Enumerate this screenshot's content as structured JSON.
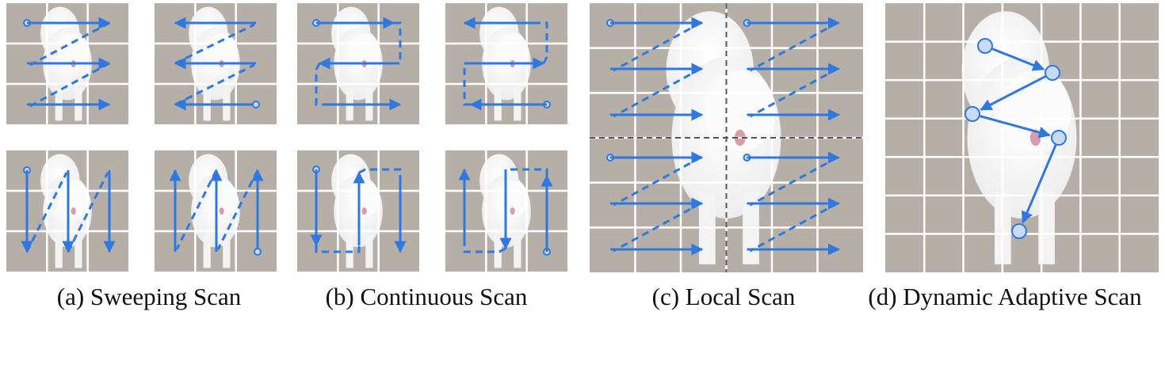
{
  "captions": {
    "a": "(a) Sweeping Scan",
    "b": "(b) Continuous Scan",
    "c": "(c) Local Scan",
    "d": "(d) Dynamic Adaptive Scan"
  },
  "colors": {
    "arrow": "#2f78e0",
    "node_fill": "#c9daf3",
    "grid_line": "#ffffff",
    "divider": "#555555",
    "ground": "#9a9087",
    "dog": "#f4f4f4"
  },
  "icons": {
    "panel_background": "samoyed-dog-photo",
    "start_marker": "start-node-icon",
    "arrow_head": "arrowhead-icon"
  }
}
